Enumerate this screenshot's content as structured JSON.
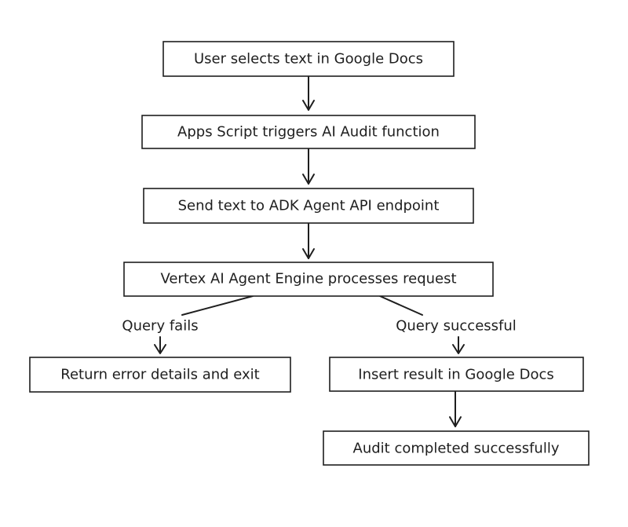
{
  "nodes": {
    "user_selects": "User selects text in Google Docs",
    "apps_script": "Apps Script triggers AI Audit function",
    "send_text": "Send text to ADK Agent API endpoint",
    "vertex_engine": "Vertex AI Agent Engine processes request",
    "return_error": "Return error details and exit",
    "insert_result": "Insert result in Google Docs",
    "audit_completed": "Audit completed successfully"
  },
  "edges": {
    "query_fails": "Query fails",
    "query_successful": "Query successful"
  },
  "colors": {
    "stroke": "#1e1e1e",
    "background": "#ffffff"
  }
}
